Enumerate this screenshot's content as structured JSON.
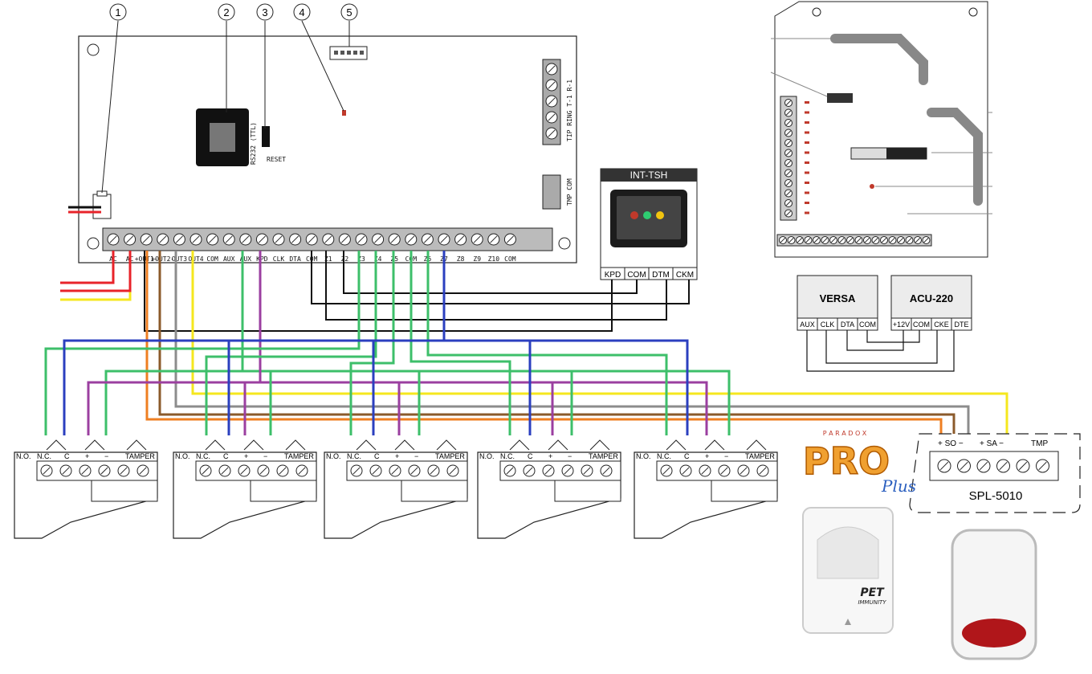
{
  "callouts": [
    "1",
    "2",
    "3",
    "4",
    "5"
  ],
  "main_board": {
    "reset_label": "RESET",
    "serial_label": "RS232 (TTL)",
    "terminals": [
      "AC",
      "AC",
      "+OUT1-",
      "+OUT2-",
      "OUT3",
      "OUT4",
      "COM",
      "AUX",
      "AUX",
      "KPD",
      "CLK",
      "DTA",
      "COM",
      "Z1",
      "Z2",
      "Z3",
      "Z4",
      "Z5",
      "COM",
      "Z6",
      "Z7",
      "Z8",
      "Z9",
      "Z10",
      "COM"
    ],
    "phone_terminals": "TIP RING T-1 R-1",
    "tamper_terminals": "TMP COM"
  },
  "keypad": {
    "title": "INT-TSH",
    "terminals": [
      "KPD",
      "COM",
      "DTM",
      "CKM"
    ]
  },
  "versa": {
    "title": "VERSA",
    "terminals": [
      "AUX",
      "CLK",
      "DTA",
      "COM"
    ]
  },
  "acu": {
    "title": "ACU-220",
    "terminals": [
      "+12V",
      "COM",
      "CKE",
      "DTE"
    ]
  },
  "detector_terminals": [
    "N.O.",
    "N.C.",
    "C",
    "+",
    "−",
    "TAMPER"
  ],
  "siren": {
    "name": "SPL-5010",
    "header": [
      "+ SO −",
      "+ SA −",
      "TMP"
    ]
  },
  "brand": {
    "pro": "PRO",
    "plus": "Plus",
    "paradox": "P A R A D O X",
    "pet": "PET",
    "immunity": "IMMUNITY"
  },
  "colors": {
    "red": "#e8232a",
    "yellow": "#f5e71e",
    "brown": "#8b5a2b",
    "orange": "#ef7f22",
    "gray": "#8c8c8c",
    "green": "#3dbf6a",
    "purple": "#9b3fa0",
    "blue": "#2b3fbf",
    "black": "#111111"
  }
}
